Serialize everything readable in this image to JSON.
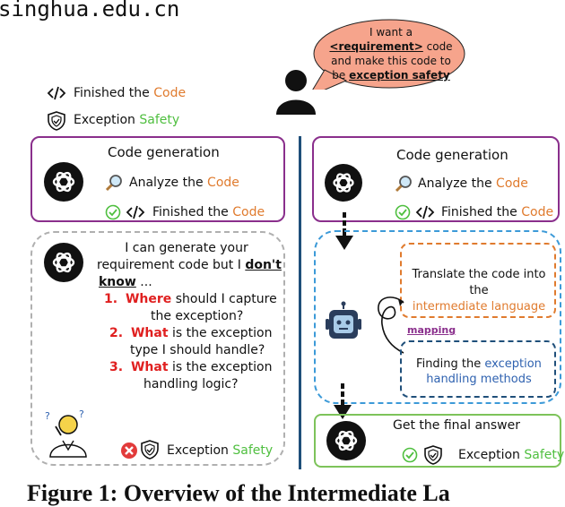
{
  "header": {
    "url_fragment": "singhua.edu.cn"
  },
  "speech": {
    "line1": "I want a",
    "requirement": "<requirement>",
    "line2_rest": " code",
    "line3": "and make this code to",
    "line4_pre": "be ",
    "exception_safety": "exception safety"
  },
  "legend": {
    "finished_pre": "Finished the ",
    "code": "Code",
    "exception_pre": "Exception ",
    "safety": "Safety"
  },
  "left_top": {
    "title": "Code generation",
    "analyze_pre": "Analyze the ",
    "code": "Code",
    "finished_pre": "Finished the ",
    "code2": "Code"
  },
  "left_bottom": {
    "line1": "I can generate your",
    "line2_pre": "requirement code but I ",
    "dont": "don't",
    "know": "know",
    "ellipsis": " ...",
    "q1_num": "1.",
    "q1_kw": "Where",
    "q1_rest": " should I capture",
    "q1_line2": "the exception?",
    "q2_num": "2.",
    "q2_kw": "What",
    "q2_rest": " is the exception",
    "q2_line2": "type I should handle?",
    "q3_num": "3.",
    "q3_kw": "What",
    "q3_rest": " is the exception",
    "q3_line2": "handling logic?",
    "exception_pre": "Exception ",
    "safety": "Safety"
  },
  "right_top": {
    "title": "Code generation",
    "analyze_pre": "Analyze the ",
    "code": "Code",
    "finished_pre": "Finished the ",
    "code2": "Code"
  },
  "right_middle": {
    "translate_line1": "Translate the code into the",
    "translate_line2": "intermediate language",
    "mapping": "mapping",
    "finding_pre": "Finding the ",
    "finding_kw": "exception",
    "finding_line2": "handling methods"
  },
  "right_bottom": {
    "title": "Get the final answer",
    "exception_pre": "Exception ",
    "safety": "Safety"
  },
  "caption": {
    "text": "Figure 1:  Overview of the Intermediate La"
  },
  "colors": {
    "purple": "#8a2f8c",
    "blue_border": "#3c9ad8",
    "orange_dashed": "#e07b2e",
    "navy_dashed": "#1f4f7a",
    "green_border": "#7dc35a",
    "gray_dashed": "#b0b0b0",
    "divider": "#1f4f7a",
    "speech_fill": "#f6a48c"
  }
}
